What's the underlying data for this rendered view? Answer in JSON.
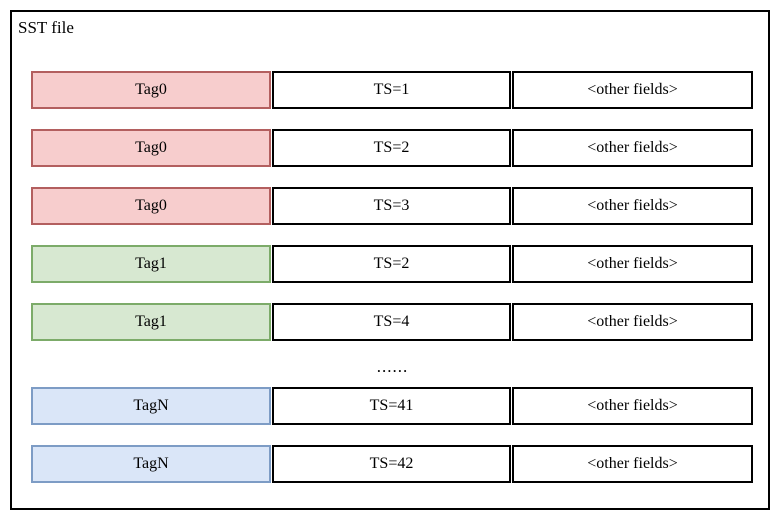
{
  "diagram": {
    "container_label": "SST file",
    "colors": {
      "pink_fill": "#f7cdcd",
      "pink_border": "#b35f5f",
      "green_fill": "#d7e8d1",
      "green_border": "#7cab69",
      "blue_fill": "#dae6f8",
      "blue_border": "#7d9cc5",
      "outline": "#000000",
      "background": "#ffffff"
    },
    "ellipsis": "......",
    "rows": [
      {
        "tag": "Tag0",
        "ts": "TS=1",
        "other": "<other fields>",
        "color": "pink"
      },
      {
        "tag": "Tag0",
        "ts": "TS=2",
        "other": "<other fields>",
        "color": "pink"
      },
      {
        "tag": "Tag0",
        "ts": "TS=3",
        "other": "<other fields>",
        "color": "pink"
      },
      {
        "tag": "Tag1",
        "ts": "TS=2",
        "other": "<other fields>",
        "color": "green"
      },
      {
        "tag": "Tag1",
        "ts": "TS=4",
        "other": "<other fields>",
        "color": "green"
      },
      {
        "tag": "TagN",
        "ts": "TS=41",
        "other": "<other fields>",
        "color": "blue"
      },
      {
        "tag": "TagN",
        "ts": "TS=42",
        "other": "<other fields>",
        "color": "blue"
      }
    ]
  }
}
